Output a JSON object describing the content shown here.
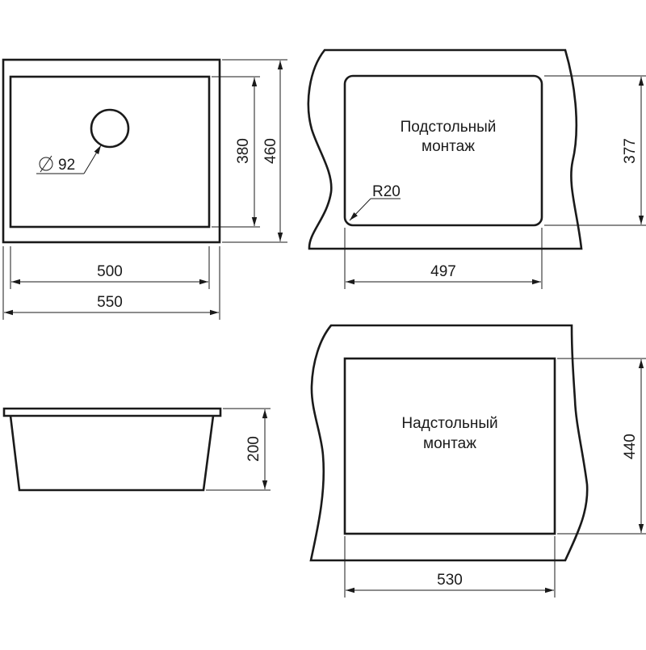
{
  "top_view": {
    "hole_diameter": "92",
    "inner_width": "500",
    "outer_width": "550",
    "inner_depth": "380",
    "outer_depth": "460"
  },
  "undermount": {
    "title_line1": "Подстольный",
    "title_line2": "монтаж",
    "radius": "R20",
    "cutout_width": "497",
    "cutout_depth": "377"
  },
  "side_view": {
    "height": "200"
  },
  "topmount": {
    "title_line1": "Надстольный",
    "title_line2": "монтаж",
    "cutout_width": "530",
    "cutout_depth": "440"
  }
}
